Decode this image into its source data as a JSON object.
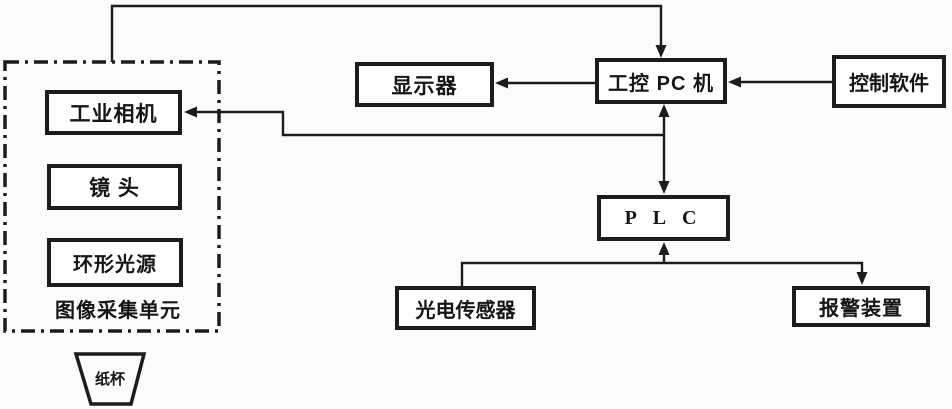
{
  "colors": {
    "ink": "#1c1c1c",
    "paper": "#fcfcfb",
    "box_fill": "#ffffff"
  },
  "nodes": {
    "industrial_camera": {
      "label": "工业相机"
    },
    "lens": {
      "label": "镜 头"
    },
    "ring_light": {
      "label": "环形光源"
    },
    "unit_caption": {
      "label": "图像采集单元"
    },
    "paper_cup": {
      "label": "纸杯"
    },
    "monitor": {
      "label": "显示器"
    },
    "industrial_pc": {
      "label": "工控 PC 机"
    },
    "control_software": {
      "label": "控制软件"
    },
    "plc": {
      "label": "P L C"
    },
    "photoelectric_sensor": {
      "label": "光电传感器"
    },
    "alarm_device": {
      "label": "报警装置"
    }
  },
  "edges": [
    {
      "from": "图像采集单元",
      "to": "工控 PC 机",
      "style": "arrow"
    },
    {
      "from": "工控 PC 机",
      "to": "显示器",
      "style": "arrow"
    },
    {
      "from": "控制软件",
      "to": "工控 PC 机",
      "style": "arrow"
    },
    {
      "from": "工控 PC 机",
      "to": "PLC",
      "style": "double-arrow"
    },
    {
      "from": "工控 PC 机",
      "to": "工业相机",
      "style": "arrow"
    },
    {
      "from": "光电传感器",
      "to": "PLC",
      "style": "arrow"
    },
    {
      "from": "PLC",
      "to": "报警装置",
      "style": "arrow"
    }
  ]
}
